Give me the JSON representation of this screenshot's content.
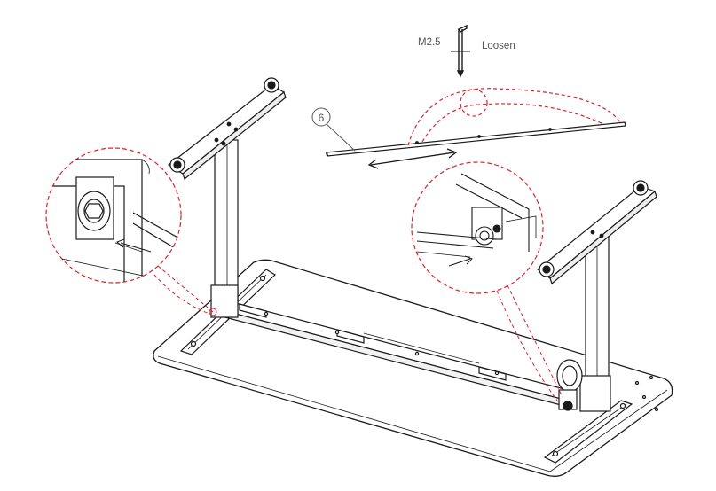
{
  "labels": {
    "part_number": "6",
    "tool": "M2.5",
    "instruction": "Loosen"
  },
  "colors": {
    "line": "#1a1a1a",
    "callout": "#d9232d",
    "text": "#555555"
  },
  "icons": [
    "hex-key-icon",
    "double-arrow-icon",
    "push-arrow-icon",
    "magnifier-callout-icon"
  ]
}
